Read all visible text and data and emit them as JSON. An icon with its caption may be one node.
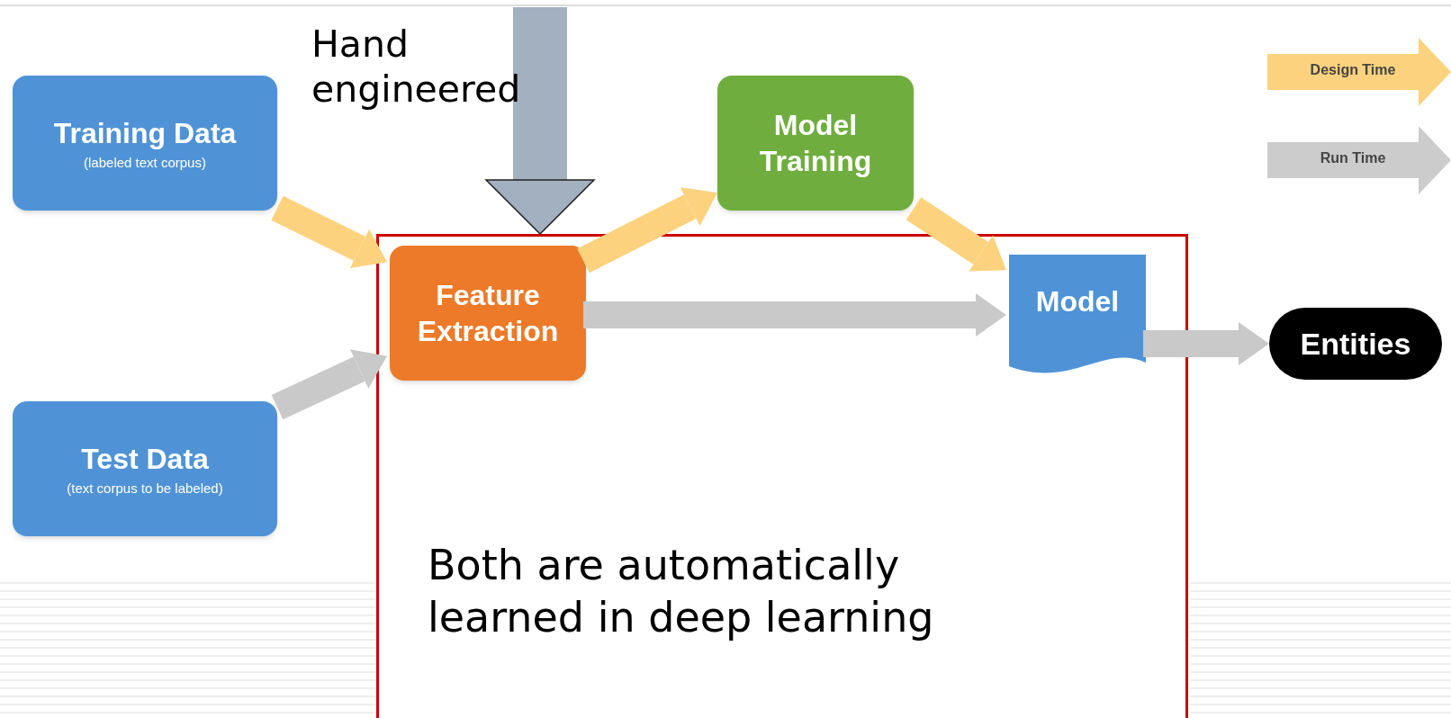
{
  "diagram": {
    "nodes": [
      {
        "text": [
          "Training Data",
          "(labeled text corpus)"
        ]
      },
      {
        "text": [
          "Model Training"
        ]
      },
      {
        "text": [
          "Both are automatically learned in deep learning"
        ]
      },
      {
        "text": [
          "Feature Extraction"
        ],
        "in": 2
      },
      {
        "text": [
          "Model"
        ],
        "in": 2
      },
      {
        "text": [
          "Entities"
        ]
      },
      {
        "text": [
          "Test Data",
          "(text corpus to be labeled)"
        ]
      }
    ],
    "edges": [
      {
        "from": 0,
        "to": 3,
        "arrow": "to",
        "color": "#fcd27e"
      },
      {
        "from": 6,
        "to": 3,
        "arrow": "to",
        "color": "#c9c9c9"
      },
      {
        "from": 3,
        "to": 1,
        "arrow": "to",
        "color": "#fcd27e"
      },
      {
        "from": 1,
        "to": 4,
        "arrow": "to",
        "color": "#fcd27e"
      },
      {
        "from": 3,
        "to": 4,
        "arrow": "to",
        "color": "#c9c9c9"
      },
      {
        "from": 4,
        "to": 5,
        "arrow": "to",
        "color": "#c9c9c9"
      },
      {
        "from": null,
        "to": 2,
        "arrow": "to",
        "style": "thick",
        "color": "#a3b0c0"
      }
    ],
    "labels": [
      "Hand engineered"
    ],
    "legend": [
      {
        "text": "Design Time",
        "color": "#fcd27e"
      },
      {
        "text": "Run Time",
        "color": "#cccccc"
      }
    ]
  }
}
